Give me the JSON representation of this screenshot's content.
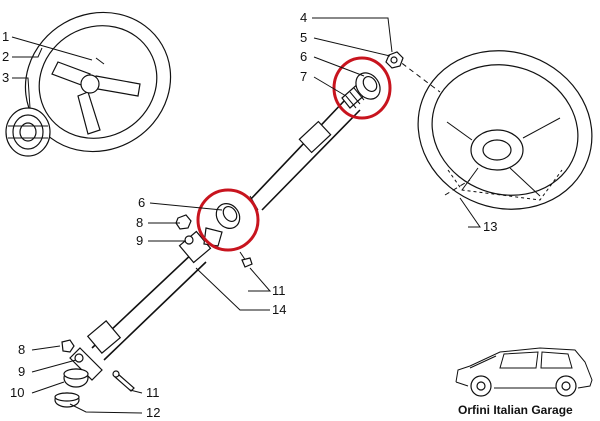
{
  "callouts": {
    "n1": "1",
    "n2": "2",
    "n3": "3",
    "n4": "4",
    "n5": "5",
    "n6a": "6",
    "n7": "7",
    "n6b": "6",
    "n8a": "8",
    "n9a": "9",
    "n11a": "11",
    "n14": "14",
    "n13": "13",
    "n8b": "8",
    "n9b": "9",
    "n10": "10",
    "n11b": "11",
    "n12": "12"
  },
  "watermark": {
    "text": "Orfini Italian Garage"
  },
  "colors": {
    "highlight": "#c8141e",
    "ink": "#111111"
  }
}
